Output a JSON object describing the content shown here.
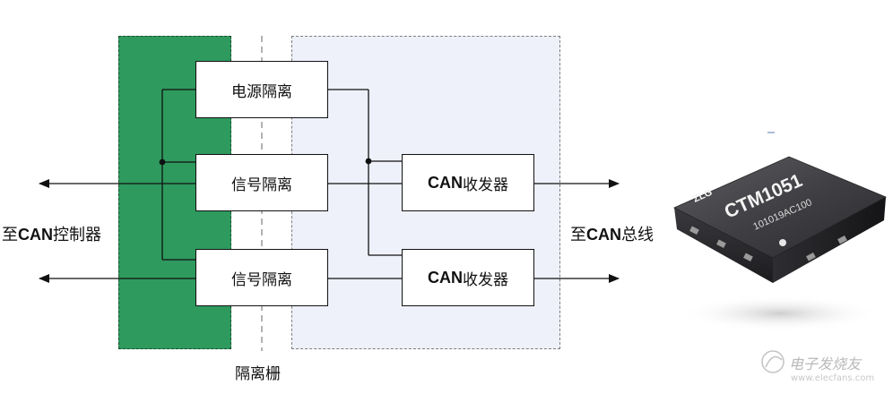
{
  "regions": {
    "controller_side_color": "#2e9a5e",
    "bus_side_color": "#eef1fa"
  },
  "blocks": {
    "power_isolation": "电源隔离",
    "signal_isolation_1": "信号隔离",
    "signal_isolation_2": "信号隔离",
    "can_transceiver_1": "CAN",
    "can_transceiver_1_suffix": "收发器",
    "can_transceiver_2": "CAN",
    "can_transceiver_2_suffix": "收发器"
  },
  "labels": {
    "to_controller_prefix": "至",
    "to_controller_can": "CAN",
    "to_controller_suffix": "控制器",
    "to_bus_prefix": "至",
    "to_bus_can": "CAN",
    "to_bus_suffix": "总线",
    "isolation_barrier": "隔离栅"
  },
  "chip": {
    "model": "CTM1051",
    "code": "101019AC100",
    "logo": "ZLG"
  },
  "watermark": {
    "text": "电子发烧友",
    "url": "www.elecfans.com"
  }
}
